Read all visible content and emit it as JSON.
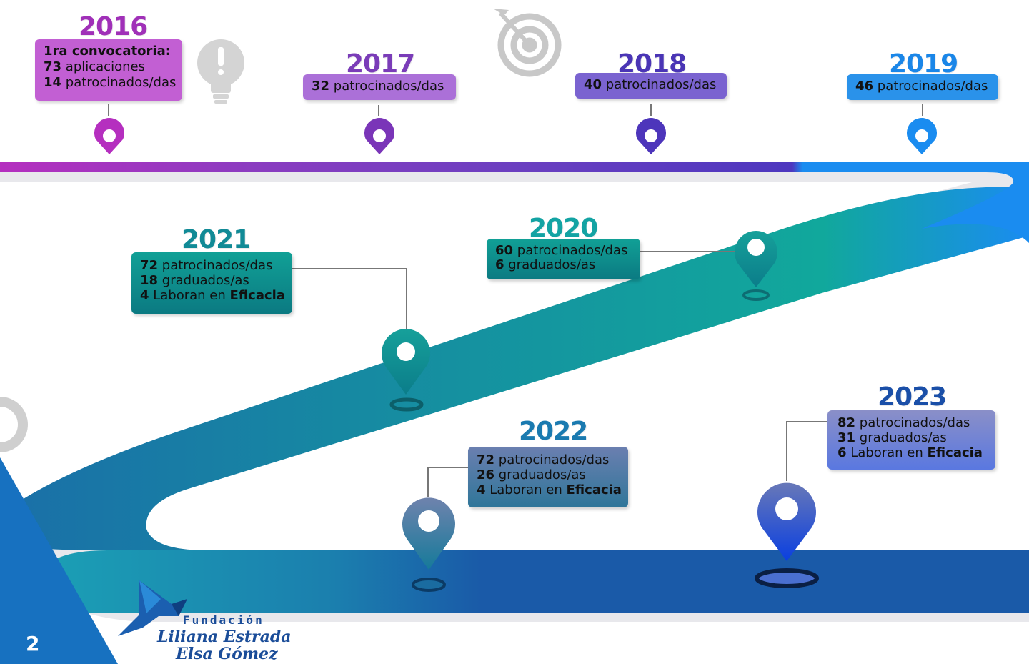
{
  "colors": {
    "purple": "#9b2fb5",
    "violet": "#7a3fb8",
    "indigo": "#5a3db5",
    "blue": "#0a7fe6",
    "teal": "#0f9a95",
    "slate": "#4d6fa0",
    "navy": "#1a5aa8",
    "grey_icon": "#d0d0d0"
  },
  "milestones": [
    {
      "year": "2016",
      "lines": [
        {
          "num": "1ra convocatoria:",
          "text": ""
        },
        {
          "num": "73",
          "text": " aplicaciones"
        },
        {
          "num": "14",
          "text": " patrocinados/das"
        }
      ]
    },
    {
      "year": "2017",
      "lines": [
        {
          "num": "32",
          "text": " patrocinados/das"
        }
      ]
    },
    {
      "year": "2018",
      "lines": [
        {
          "num": "40",
          "text": " patrocinados/das"
        }
      ]
    },
    {
      "year": "2019",
      "lines": [
        {
          "num": "46",
          "text": " patrocinados/das"
        }
      ]
    },
    {
      "year": "2020",
      "lines": [
        {
          "num": "60",
          "text": " patrocinados/das"
        },
        {
          "num": "6",
          "text": " graduados/as"
        }
      ]
    },
    {
      "year": "2021",
      "lines": [
        {
          "num": "72",
          "text": " patrocinados/das"
        },
        {
          "num": "18",
          "text": " graduados/as"
        },
        {
          "num": "4",
          "text": " Laboran en ",
          "bold": "Eficacia"
        }
      ]
    },
    {
      "year": "2022",
      "lines": [
        {
          "num": "72",
          "text": " patrocinados/das"
        },
        {
          "num": "26",
          "text": " graduados/as"
        },
        {
          "num": "4",
          "text": " Laboran en ",
          "bold": "Eficacia"
        }
      ]
    },
    {
      "year": "2023",
      "lines": [
        {
          "num": "82",
          "text": " patrocinados/das"
        },
        {
          "num": "31",
          "text": " graduados/as"
        },
        {
          "num": "6",
          "text": " Laboran en ",
          "bold": "Eficacia"
        }
      ]
    }
  ],
  "icons": [
    "lightbulb-icon",
    "target-icon",
    "gear-icon",
    "bird-logo-icon"
  ],
  "footer": {
    "page_number": "2",
    "logo_line1": "Fundación",
    "logo_line2": "Liliana Estrada",
    "logo_line3": "Elsa Gómez"
  }
}
